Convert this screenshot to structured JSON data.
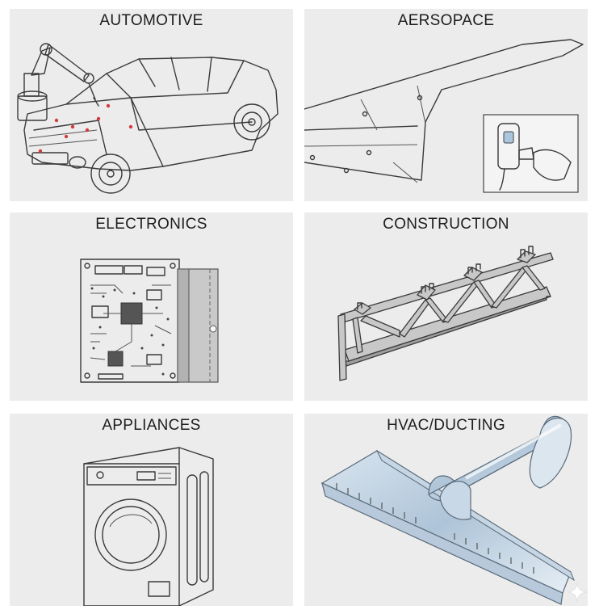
{
  "tiles": [
    {
      "id": "automotive",
      "label": "AUTOMOTIVE"
    },
    {
      "id": "aerospace",
      "label": "AERSOPACE"
    },
    {
      "id": "electronics",
      "label": "ELECTRONICS"
    },
    {
      "id": "construction",
      "label": "CONSTRUCTION"
    },
    {
      "id": "appliances",
      "label": "APPLIANCES"
    },
    {
      "id": "hvac",
      "label": "HVAC/DUCTING"
    }
  ],
  "icons": {
    "automotive": "car-assembly-robot-icon",
    "aerospace": "aircraft-wing-rivet-gun-icon",
    "electronics": "circuit-board-icon",
    "construction": "steel-truss-icon",
    "appliances": "washing-machine-icon",
    "hvac": "metal-duct-icon",
    "corner": "sparkle-icon"
  },
  "colors": {
    "tile_background": "#ececec",
    "line_art": "#3a3a3a",
    "marker_dots": "#d23a3a",
    "duct_metal": "#b9cde0"
  }
}
